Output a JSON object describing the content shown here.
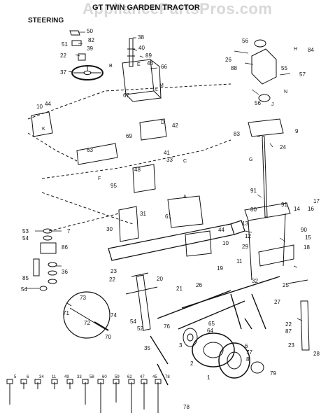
{
  "header": {
    "watermark": "AppliancePartsPros.com",
    "title": "GT TWIN GARDEN TRACTOR",
    "section": "STEERING"
  },
  "callouts": [
    {
      "id": "c50",
      "label": "50"
    },
    {
      "id": "c51",
      "label": "51"
    },
    {
      "id": "c82",
      "label": "82"
    },
    {
      "id": "c39",
      "label": "39"
    },
    {
      "id": "c22a",
      "label": "22"
    },
    {
      "id": "c37",
      "label": "37"
    },
    {
      "id": "c38",
      "label": "38"
    },
    {
      "id": "c40",
      "label": "40"
    },
    {
      "id": "c89",
      "label": "89"
    },
    {
      "id": "c43",
      "label": "43"
    },
    {
      "id": "c66",
      "label": "66"
    },
    {
      "id": "c67",
      "label": "67"
    },
    {
      "id": "c10a",
      "label": "10"
    },
    {
      "id": "c44a",
      "label": "44"
    },
    {
      "id": "c42",
      "label": "42"
    },
    {
      "id": "c69",
      "label": "69"
    },
    {
      "id": "c63",
      "label": "63"
    },
    {
      "id": "c41",
      "label": "41"
    },
    {
      "id": "c33",
      "label": "33"
    },
    {
      "id": "c48",
      "label": "48"
    },
    {
      "id": "c95",
      "label": "95"
    },
    {
      "id": "c31",
      "label": "31"
    },
    {
      "id": "c30",
      "label": "30"
    },
    {
      "id": "c61",
      "label": "61"
    },
    {
      "id": "c44b",
      "label": "44"
    },
    {
      "id": "c10b",
      "label": "10"
    },
    {
      "id": "c53",
      "label": "53"
    },
    {
      "id": "c54a",
      "label": "54"
    },
    {
      "id": "c7a",
      "label": "7"
    },
    {
      "id": "c86",
      "label": "86"
    },
    {
      "id": "c36",
      "label": "36"
    },
    {
      "id": "c85",
      "label": "85"
    },
    {
      "id": "c54b",
      "label": "54"
    },
    {
      "id": "c23a",
      "label": "23"
    },
    {
      "id": "c22b",
      "label": "22"
    },
    {
      "id": "c20",
      "label": "20"
    },
    {
      "id": "c73",
      "label": "73"
    },
    {
      "id": "c71",
      "label": "71"
    },
    {
      "id": "c72",
      "label": "72"
    },
    {
      "id": "c74",
      "label": "74"
    },
    {
      "id": "c70",
      "label": "70"
    },
    {
      "id": "c54c",
      "label": "54"
    },
    {
      "id": "c52",
      "label": "52"
    },
    {
      "id": "c35",
      "label": "35"
    },
    {
      "id": "c21",
      "label": "21"
    },
    {
      "id": "c26",
      "label": "26"
    },
    {
      "id": "c19",
      "label": "19"
    },
    {
      "id": "c65",
      "label": "65"
    },
    {
      "id": "c64",
      "label": "64"
    },
    {
      "id": "c76",
      "label": "76"
    },
    {
      "id": "c3",
      "label": "3"
    },
    {
      "id": "c2",
      "label": "2"
    },
    {
      "id": "c6",
      "label": "6"
    },
    {
      "id": "c1",
      "label": "1"
    },
    {
      "id": "c77",
      "label": "77"
    },
    {
      "id": "c8",
      "label": "8"
    },
    {
      "id": "c79",
      "label": "79"
    },
    {
      "id": "c28",
      "label": "28"
    },
    {
      "id": "c87",
      "label": "87"
    },
    {
      "id": "c27",
      "label": "27"
    },
    {
      "id": "c25",
      "label": "25"
    },
    {
      "id": "c11",
      "label": "11"
    },
    {
      "id": "c56a",
      "label": "56"
    },
    {
      "id": "c84",
      "label": "84"
    },
    {
      "id": "c26b",
      "label": "26"
    },
    {
      "id": "c88",
      "label": "88"
    },
    {
      "id": "c55",
      "label": "55"
    },
    {
      "id": "c57",
      "label": "57"
    },
    {
      "id": "c56b",
      "label": "56"
    },
    {
      "id": "c83",
      "label": "83"
    },
    {
      "id": "c9",
      "label": "9"
    },
    {
      "id": "c24",
      "label": "24"
    },
    {
      "id": "c91a",
      "label": "91"
    },
    {
      "id": "c80",
      "label": "80"
    },
    {
      "id": "c17",
      "label": "17"
    },
    {
      "id": "c91b",
      "label": "91"
    },
    {
      "id": "c14",
      "label": "14"
    },
    {
      "id": "c16",
      "label": "16"
    },
    {
      "id": "c13",
      "label": "13"
    },
    {
      "id": "c12",
      "label": "12"
    },
    {
      "id": "c90",
      "label": "90"
    },
    {
      "id": "c15",
      "label": "15"
    },
    {
      "id": "c18",
      "label": "18"
    },
    {
      "id": "c29",
      "label": "29"
    },
    {
      "id": "c22c",
      "label": "22"
    },
    {
      "id": "c23b",
      "label": "23"
    },
    {
      "id": "c32",
      "label": "32"
    },
    {
      "id": "c78",
      "label": "78"
    }
  ],
  "letters": [
    {
      "id": "lA1",
      "label": "A"
    },
    {
      "id": "lB",
      "label": "B"
    },
    {
      "id": "lC",
      "label": "C"
    },
    {
      "id": "lD",
      "label": "D"
    },
    {
      "id": "lE",
      "label": "E"
    },
    {
      "id": "lF",
      "label": "F"
    },
    {
      "id": "lG",
      "label": "G"
    },
    {
      "id": "lH",
      "label": "H"
    },
    {
      "id": "lJ",
      "label": "J"
    },
    {
      "id": "lK",
      "label": "K"
    },
    {
      "id": "lL",
      "label": "L"
    },
    {
      "id": "lM",
      "label": "M"
    },
    {
      "id": "lN",
      "label": "N"
    }
  ],
  "hardware_row": [
    {
      "id": "h1",
      "label": "5"
    },
    {
      "id": "h2",
      "label": "6"
    },
    {
      "id": "h3",
      "label": "34"
    },
    {
      "id": "h4",
      "label": "11"
    },
    {
      "id": "h5",
      "label": "49"
    },
    {
      "id": "h6",
      "label": "33"
    },
    {
      "id": "h7",
      "label": "58"
    },
    {
      "id": "h8",
      "label": "60"
    },
    {
      "id": "h9",
      "label": "59"
    },
    {
      "id": "h10",
      "label": "62"
    },
    {
      "id": "h11",
      "label": "47"
    },
    {
      "id": "h12",
      "label": "45"
    },
    {
      "id": "h13",
      "label": "78"
    }
  ]
}
